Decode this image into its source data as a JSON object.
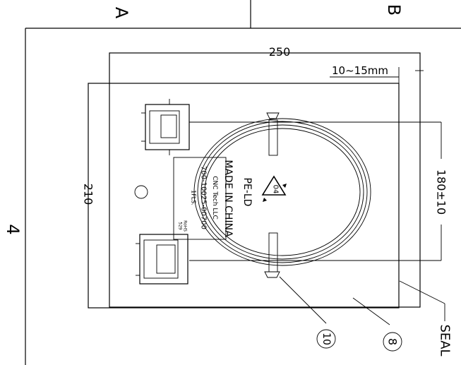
{
  "zones": {
    "a": "A",
    "b": "B",
    "row": "4"
  },
  "dimensions": {
    "width": "250",
    "height": "210",
    "cable_span": "180±10",
    "seal_margin": "10~15mm"
  },
  "label": {
    "line1": "CNC Tech LLC",
    "part_number": "700-10025-00700",
    "line3": "1FLS.",
    "rohs1": "RoHS",
    "rohs2": "529"
  },
  "recycle": {
    "code": "04",
    "material": "PE-LD",
    "origin": "MADE IN CHINA"
  },
  "callouts": {
    "tie": "10",
    "bag": "8",
    "seal": "SEAL"
  }
}
